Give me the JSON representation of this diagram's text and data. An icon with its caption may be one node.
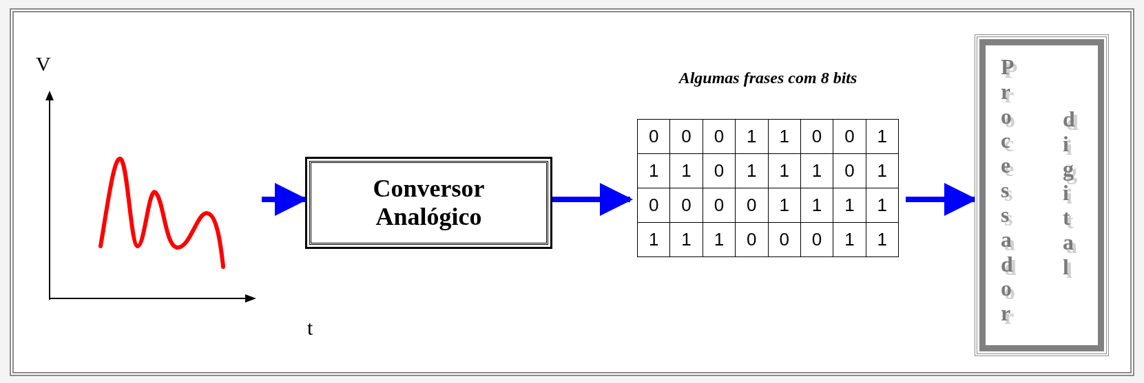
{
  "diagram": {
    "nodes": [
      {
        "text": [],
        "shape": "picture"
      },
      {
        "text": [
          "Conversor Analógico"
        ]
      },
      {
        "text": [
          "Algumas frases com 8 bits"
        ]
      },
      {
        "text": [
          "Processador",
          "digital"
        ]
      }
    ],
    "edges": [
      {
        "from": 0,
        "to": 1,
        "arrow": "to",
        "color": "#0000ff"
      },
      {
        "from": 1,
        "to": 2,
        "arrow": "to",
        "color": "#0000ff"
      },
      {
        "from": 2,
        "to": 3,
        "arrow": "to",
        "color": "#0000ff"
      }
    ],
    "labels": [
      "V",
      "0",
      "0",
      "0",
      "1",
      "1",
      "0",
      "0",
      "1",
      "1",
      "1",
      "0",
      "1",
      "1",
      "1",
      "0",
      "1",
      "0",
      "0",
      "0",
      "0",
      "1",
      "1",
      "1",
      "1",
      "1",
      "1",
      "1",
      "0",
      "0",
      "0",
      "1",
      "1",
      "t"
    ]
  }
}
